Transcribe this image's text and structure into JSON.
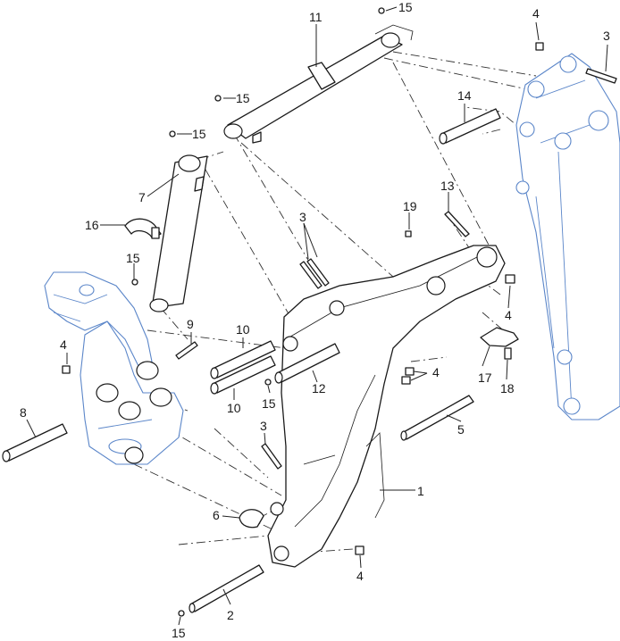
{
  "diagram": {
    "callouts": [
      {
        "id": "c1",
        "label": "1"
      },
      {
        "id": "c2",
        "label": "2"
      },
      {
        "id": "c3a",
        "label": "3"
      },
      {
        "id": "c3b",
        "label": "3"
      },
      {
        "id": "c3c",
        "label": "3"
      },
      {
        "id": "c4a",
        "label": "4"
      },
      {
        "id": "c4b",
        "label": "4"
      },
      {
        "id": "c4c",
        "label": "4"
      },
      {
        "id": "c4d",
        "label": "4"
      },
      {
        "id": "c4e",
        "label": "4"
      },
      {
        "id": "c5",
        "label": "5"
      },
      {
        "id": "c6",
        "label": "6"
      },
      {
        "id": "c7",
        "label": "7"
      },
      {
        "id": "c8",
        "label": "8"
      },
      {
        "id": "c9",
        "label": "9"
      },
      {
        "id": "c10a",
        "label": "10"
      },
      {
        "id": "c10b",
        "label": "10"
      },
      {
        "id": "c11",
        "label": "11"
      },
      {
        "id": "c12",
        "label": "12"
      },
      {
        "id": "c13",
        "label": "13"
      },
      {
        "id": "c14",
        "label": "14"
      },
      {
        "id": "c15a",
        "label": "15"
      },
      {
        "id": "c15b",
        "label": "15"
      },
      {
        "id": "c15c",
        "label": "15"
      },
      {
        "id": "c15d",
        "label": "15"
      },
      {
        "id": "c15e",
        "label": "15"
      },
      {
        "id": "c15f",
        "label": "15"
      },
      {
        "id": "c16",
        "label": "16"
      },
      {
        "id": "c17",
        "label": "17"
      },
      {
        "id": "c18",
        "label": "18"
      },
      {
        "id": "c19",
        "label": "19"
      }
    ]
  },
  "colors": {
    "part_outline": "#1a1a1a",
    "reference_outline": "#5b86c9",
    "background": "#ffffff"
  }
}
